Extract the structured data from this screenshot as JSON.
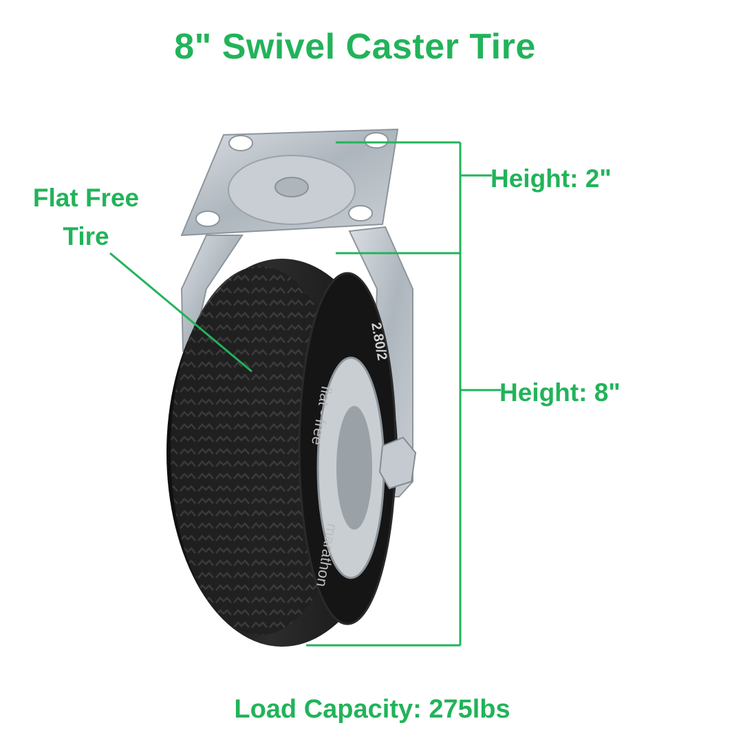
{
  "title": "8\" Swivel Caster Tire",
  "callouts": {
    "flat_free_line1": "Flat Free",
    "flat_free_line2": "Tire",
    "plate_height": "Height: 2\"",
    "wheel_height": "Height: 8\""
  },
  "load_capacity": "Load Capacity: 275lbs",
  "tire_sidewall": {
    "size": "2.80/2",
    "brand_text": "flat - free",
    "maker": "marathon"
  },
  "colors": {
    "accent": "#22b35a",
    "tire": "#1c1c1c",
    "metal": "#b9c0c6"
  }
}
